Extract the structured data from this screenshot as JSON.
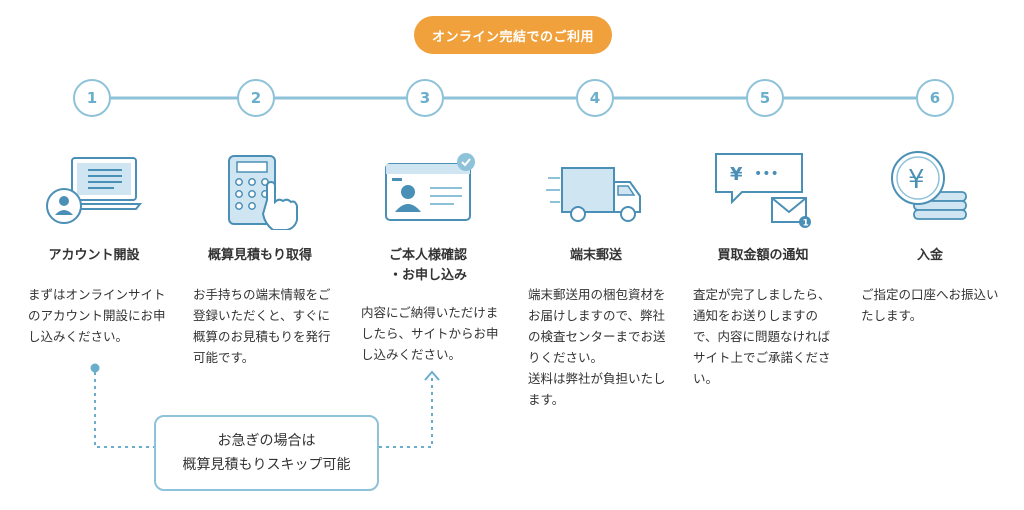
{
  "header": {
    "label": "オンライン完結でのご利用"
  },
  "steps": [
    {
      "number": "1",
      "title": "アカウント開設",
      "title2": "",
      "description": "まずはオンラインサイトのアカウント開設にお申し込みください。"
    },
    {
      "number": "2",
      "title": "概算見積もり取得",
      "title2": "",
      "description": "お手持ちの端末情報をご登録いただくと、すぐに概算のお見積もりを発行可能です。"
    },
    {
      "number": "3",
      "title": "ご本人様確認",
      "title2": "・お申し込み",
      "description": "内容にご納得いただけましたら、サイトからお申し込みください。"
    },
    {
      "number": "4",
      "title": "端末郵送",
      "title2": "",
      "description": "端末郵送用の梱包資材をお届けしますので、弊社の検査センターまでお送りください。\n送料は弊社が負担いたします。"
    },
    {
      "number": "5",
      "title": "買取金額の通知",
      "title2": "",
      "description": "査定が完了しましたら、通知をお送りしますので、内容に問題なければサイト上でご承諾ください。"
    },
    {
      "number": "6",
      "title": "入金",
      "title2": "",
      "description": "ご指定の口座へお振込いたします。"
    }
  ],
  "icons": {
    "yen_symbol": "¥",
    "chat_dots": "•••",
    "mail_badge": "1"
  },
  "callout": {
    "line1": "お急ぎの場合は",
    "line2": "概算見積もりスキップ可能"
  },
  "colors": {
    "accent": "#f0a13b",
    "line": "#8ec2d9",
    "icon_dark": "#4a8fb5",
    "icon_light": "#cfe5f1"
  }
}
